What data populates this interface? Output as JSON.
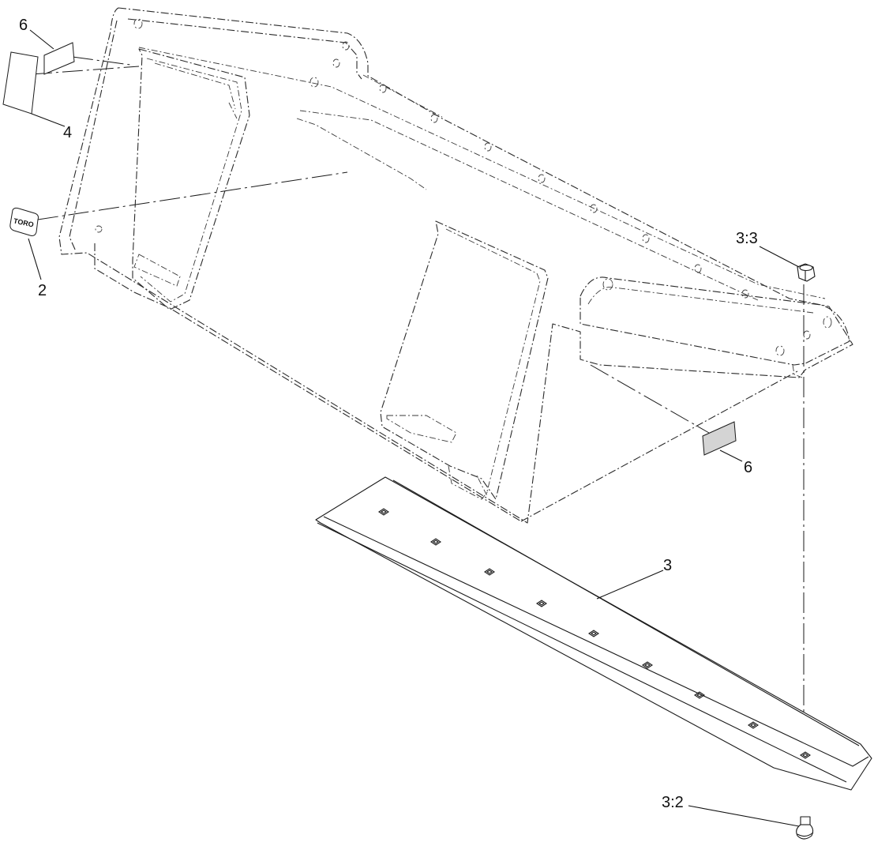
{
  "callouts": {
    "decal_top_small": "6",
    "decal_top_large": "4",
    "logo_decal": "2",
    "cutting_edge": "3",
    "nut": "3:3",
    "decal_right": "6",
    "bolt": "3:2"
  },
  "logo": {
    "text": "TORO"
  }
}
